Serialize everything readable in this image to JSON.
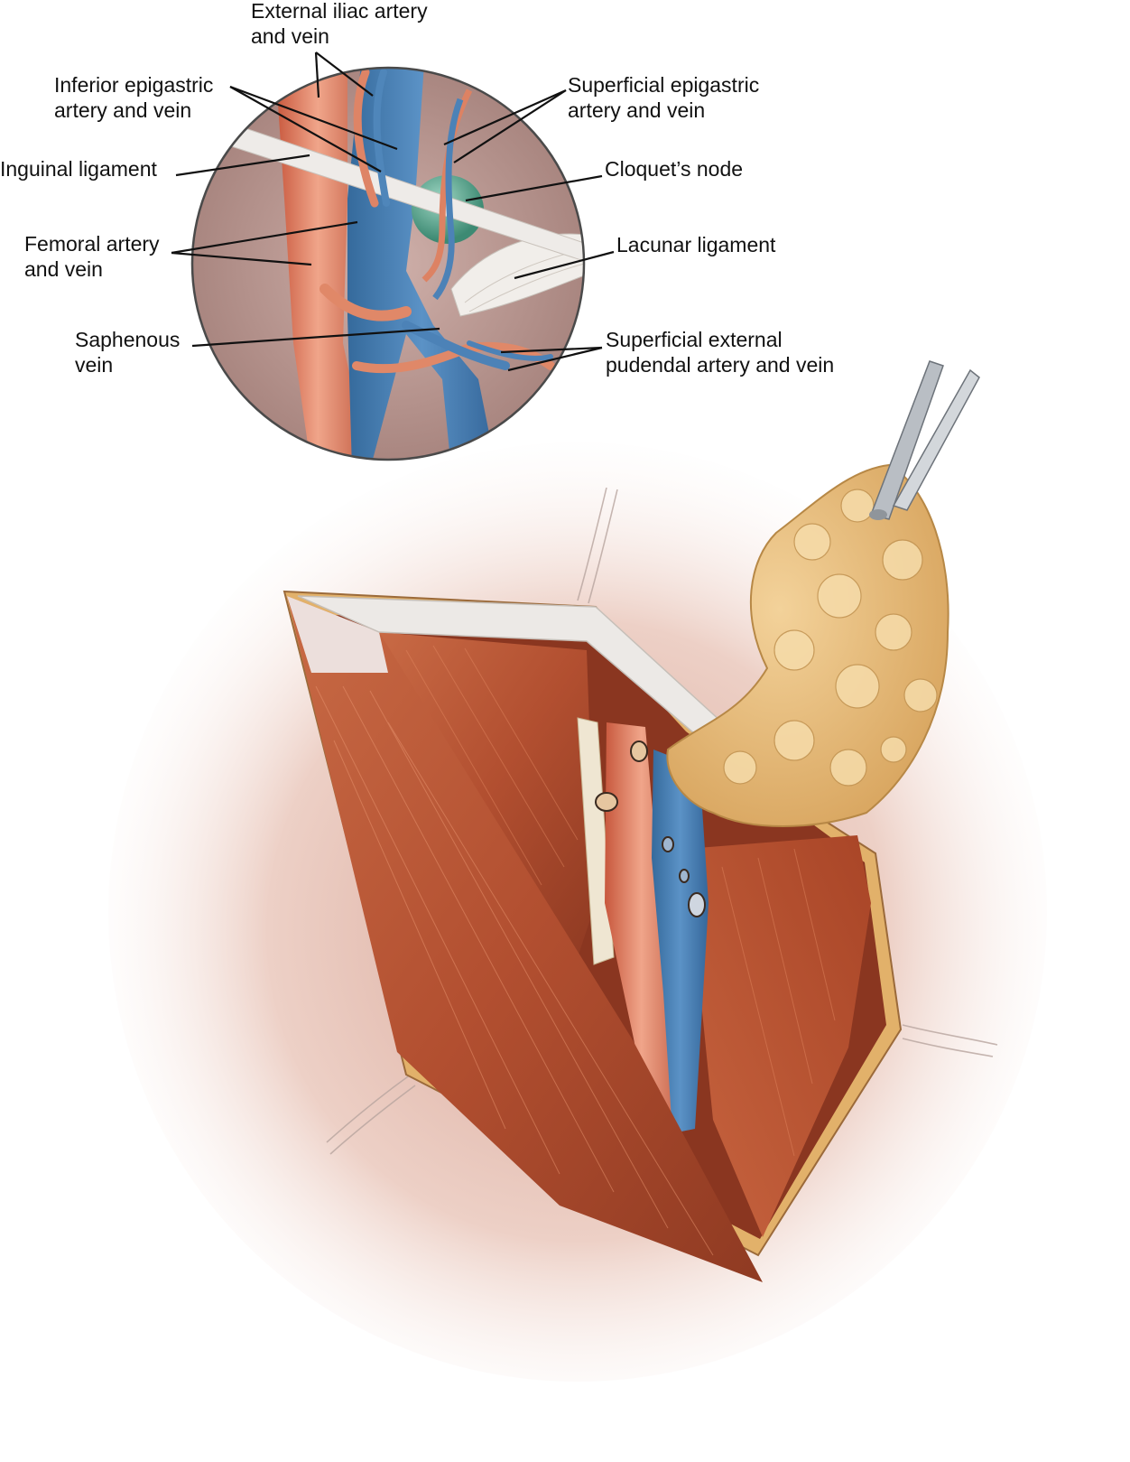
{
  "labels": {
    "external_iliac": {
      "line1": "External iliac artery",
      "line2": "and vein"
    },
    "inferior_epigastric": {
      "line1": "Inferior epigastric",
      "line2": "artery and vein"
    },
    "superficial_epigastric": {
      "line1": "Superficial epigastric",
      "line2": "artery and vein"
    },
    "inguinal_ligament": {
      "line1": "Inguinal ligament"
    },
    "cloquets_node": {
      "line1": "Cloquet’s node"
    },
    "femoral": {
      "line1": "Femoral artery",
      "line2": "and vein"
    },
    "lacunar_ligament": {
      "line1": "Lacunar ligament"
    },
    "saphenous": {
      "line1": "Saphenous",
      "line2": "vein"
    },
    "superficial_external_pudendal": {
      "line1": "Superficial external",
      "line2": "pudendal artery and vein"
    }
  },
  "colors": {
    "artery": "#d9775a",
    "vein": "#4a7fb2",
    "muscle": "#b5502f",
    "fat": "#e6bb73",
    "ligament": "#ece9e6",
    "node": "#4f9e86",
    "skin_shadow": "#e8c7bd"
  }
}
